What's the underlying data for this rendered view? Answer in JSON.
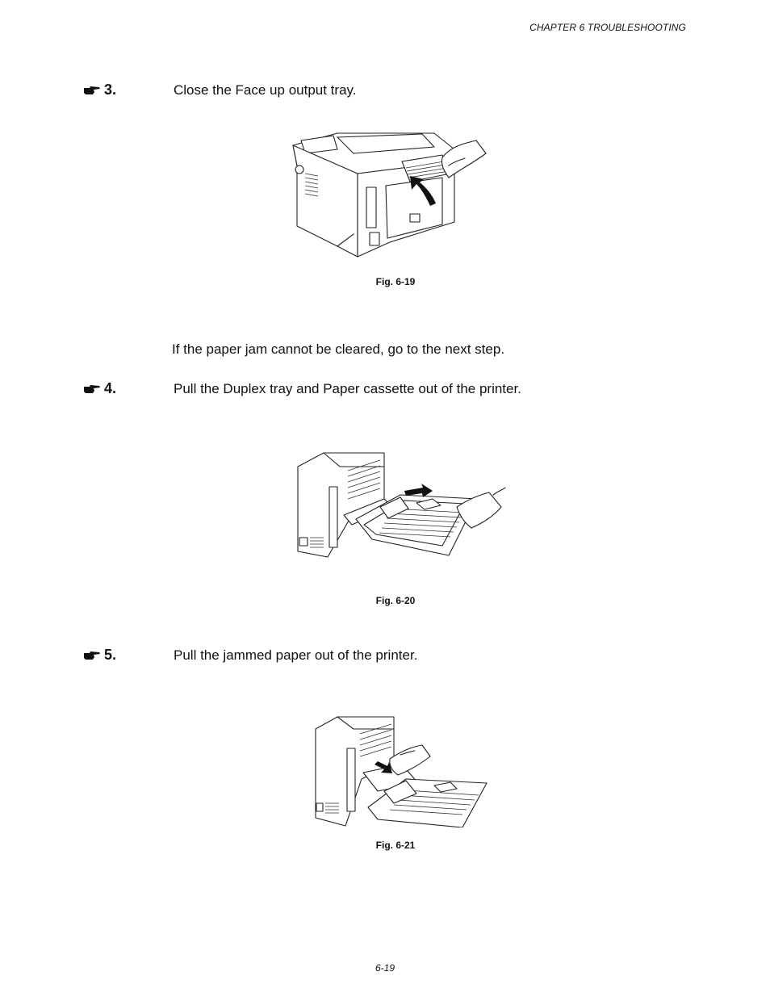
{
  "header": {
    "chapter": "CHAPTER 6 TROUBLESHOOTING"
  },
  "steps": [
    {
      "number": "3.",
      "text": "Close the Face up output tray."
    },
    {
      "number": "4.",
      "text": "Pull the Duplex tray and Paper cassette out of the printer."
    },
    {
      "number": "5.",
      "text": "Pull the jammed paper out of the printer."
    }
  ],
  "note": "If the paper jam cannot be cleared, go to the next step.",
  "figures": [
    {
      "caption": "Fig. 6-19",
      "icon": "printer-rear-closing-tray-illustration"
    },
    {
      "caption": "Fig. 6-20",
      "icon": "duplex-tray-pull-illustration"
    },
    {
      "caption": "Fig. 6-21",
      "icon": "jammed-paper-removal-illustration"
    }
  ],
  "footer": {
    "page_number": "6-19"
  },
  "icons": {
    "step_marker": "pointing-hand-icon"
  }
}
